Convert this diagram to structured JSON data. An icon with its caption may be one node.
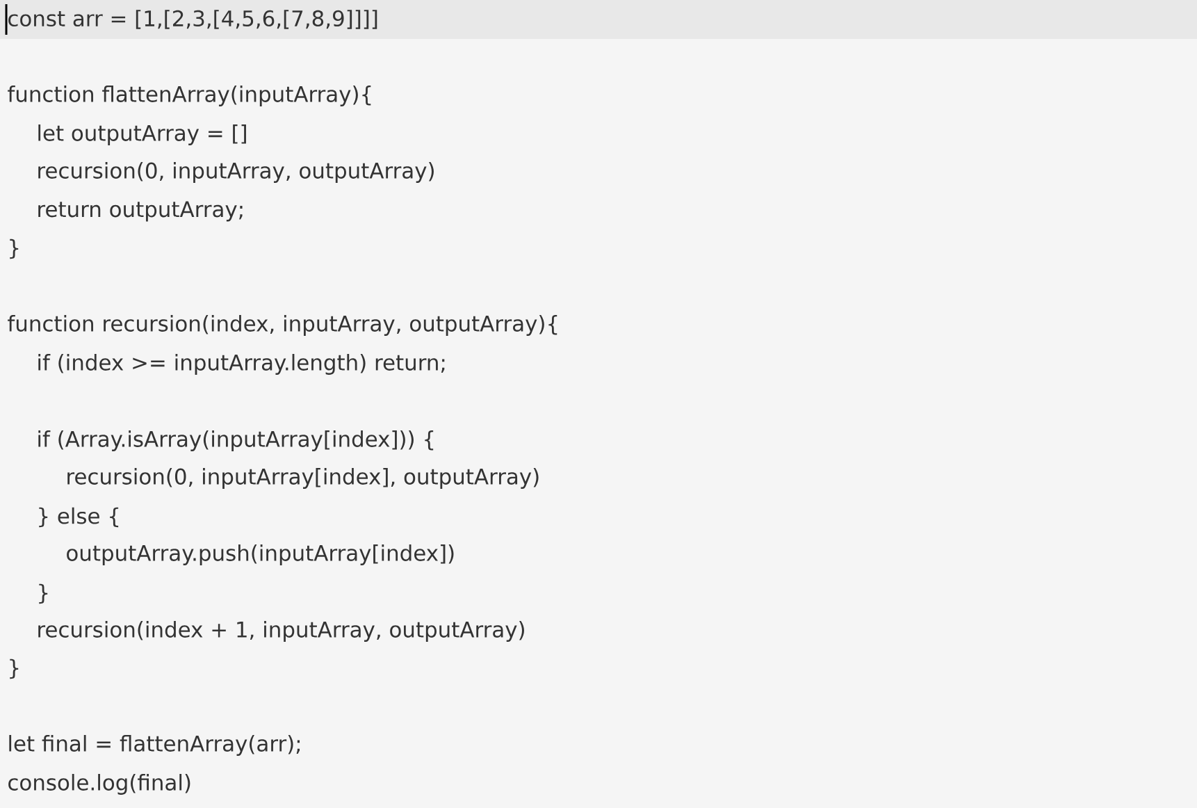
{
  "diagram": {
    "labels": [
      "const arr = [1,[2,3,[4,5,6,[7,8,9]]]]",
      "function flattenArray(inputArray){",
      "let outputArray = []",
      "recursion(0, inputArray, outputArray)",
      "return outputArray;",
      "}",
      "function recursion(index, inputArray, outputArray){",
      "if (index >= inputArray.length) return;",
      "if (Array.isArray(inputArray[index])) {",
      "recursion(0, inputArray[index], outputArray)",
      "} else {",
      "outputArray.push(inputArray[index])",
      "}",
      "recursion(index + 1, inputArray, outputArray)",
      "}",
      "let final = flattenArray(arr);",
      "console.log(final)"
    ]
  }
}
